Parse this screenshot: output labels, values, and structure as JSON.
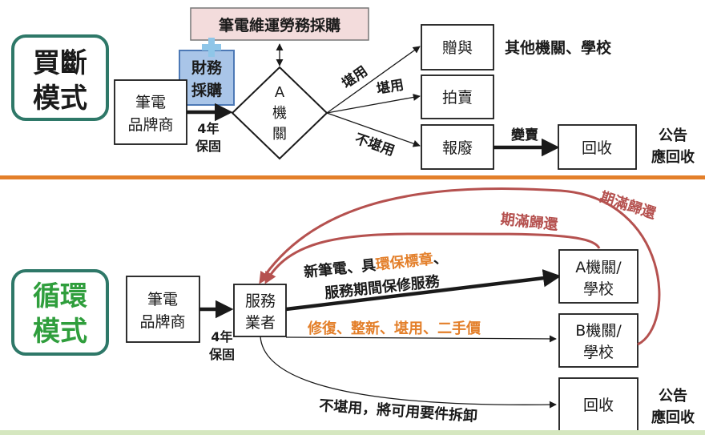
{
  "colors": {
    "teal_border": "#2e7868",
    "green_text": "#2f9e3c",
    "orange_divider": "#e37f2a",
    "orange_text": "#e37f2a",
    "red_arrow": "#b5514f",
    "pink_fill": "#f3dcdc",
    "blue_fill": "#a9c5e8",
    "blue_border": "#4d79b6",
    "plus_fill": "#8fc6e8",
    "bottom_bar": "#d5e7bf"
  },
  "icons": {
    "plus": "plus-icon"
  },
  "top": {
    "mode_line1": "買斷",
    "mode_line2": "模式",
    "maintenance": "筆電維運勞務採購",
    "finance_line1": "財務",
    "finance_line2": "採購",
    "vendor_line1": "筆電",
    "vendor_line2": "品牌商",
    "warranty_line1": "4年",
    "warranty_line2": "保固",
    "agency_line1": "A",
    "agency_line2": "機",
    "agency_line3": "關",
    "usable_1": "堪用",
    "usable_2": "堪用",
    "unusable": "不堪用",
    "gift": "贈與",
    "gift_targets": "其他機關、學校",
    "auction": "拍賣",
    "scrap": "報廢",
    "sell": "變賣",
    "recycle": "回收",
    "notice_line1": "公告",
    "notice_line2": "應回收"
  },
  "bottom": {
    "mode_line1": "循環",
    "mode_line2": "模式",
    "vendor_line1": "筆電",
    "vendor_line2": "品牌商",
    "warranty_line1": "4年",
    "warranty_line2": "保固",
    "provider_line1": "服務",
    "provider_line2": "業者",
    "new_laptop_prefix": "新筆電、具",
    "new_laptop_highlight": "環保標章",
    "new_laptop_suffix": "、",
    "new_laptop_line2": "服務期間保修服務",
    "refurb": "修復、整新、堪用、二手價",
    "agency_a_line1": "A機關/",
    "agency_a_line2": "學校",
    "agency_b_line1": "B機關/",
    "agency_b_line2": "學校",
    "return_1": "期滿歸還",
    "return_2": "期滿歸還",
    "unusable_dismantle": "不堪用，將可用要件拆卸",
    "recycle": "回收",
    "notice_line1": "公告",
    "notice_line2": "應回收"
  }
}
